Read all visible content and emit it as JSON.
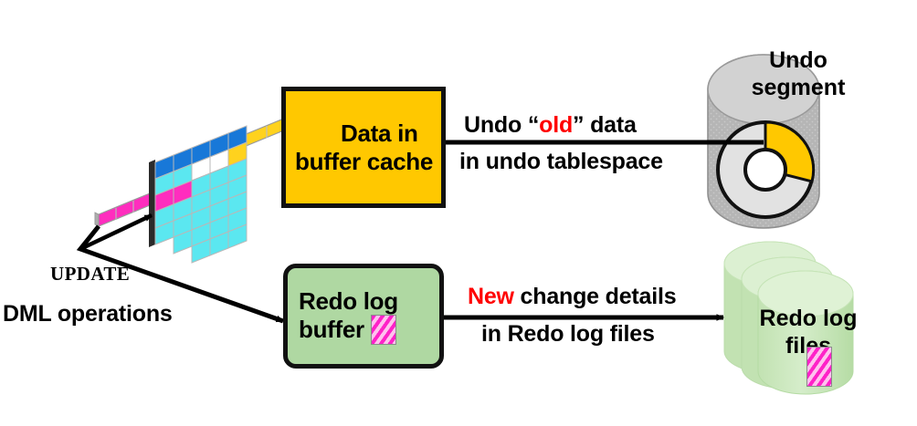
{
  "diagram": {
    "title": "Oracle DML update: buffer cache, undo segment and redo log flow",
    "background": "#ffffff",
    "colors": {
      "buffer_cache_fill": "#FFC800",
      "redo_buffer_fill": "#AFD8A2",
      "undo_cylinder_fill": "#B5B5B5",
      "redo_cylinder_fill": "#CBE6BE",
      "undo_sector_fill": "#FFC800",
      "accent_red": "#FF0000",
      "stroke": "#111111",
      "grid_cyan": "#5BE7F0",
      "grid_blue": "#1878D8",
      "grid_magenta": "#FF2DBE",
      "grid_yellow": "#FFD21E"
    }
  },
  "source": {
    "update_label": "UPDATE",
    "update_label_caps": "U",
    "update_label_rest": "PDATE",
    "dml_label": "DML operations",
    "table_icon_name": "data-block-grid",
    "table_rows": 7,
    "table_cols": 5
  },
  "buffer_cache": {
    "line1": "Data in",
    "line2": "buffer cache"
  },
  "redo_buffer": {
    "line1": "Redo log",
    "line2": "buffer",
    "glyph": "redo-stripe-glyph"
  },
  "undo_flow": {
    "line1_prefix": "Undo ",
    "line1_quote_open": "“",
    "line1_highlight": "old",
    "line1_quote_close": "”",
    "line1_suffix": " data",
    "line2": "in undo tablespace"
  },
  "redo_flow": {
    "line1_highlight": "New",
    "line1_suffix": " change details",
    "line2": "in Redo log files"
  },
  "undo_segment": {
    "label_line1": "Undo",
    "label_line2": "segment",
    "shape": "cylinder-with-donut",
    "sector_start_deg": 0,
    "sector_sweep_deg": 100
  },
  "redo_files": {
    "label_line1": "Redo log",
    "label_line2": "files",
    "shape": "stacked-cylinders",
    "cylinder_count": 3,
    "glyph": "redo-stripe-glyph"
  }
}
